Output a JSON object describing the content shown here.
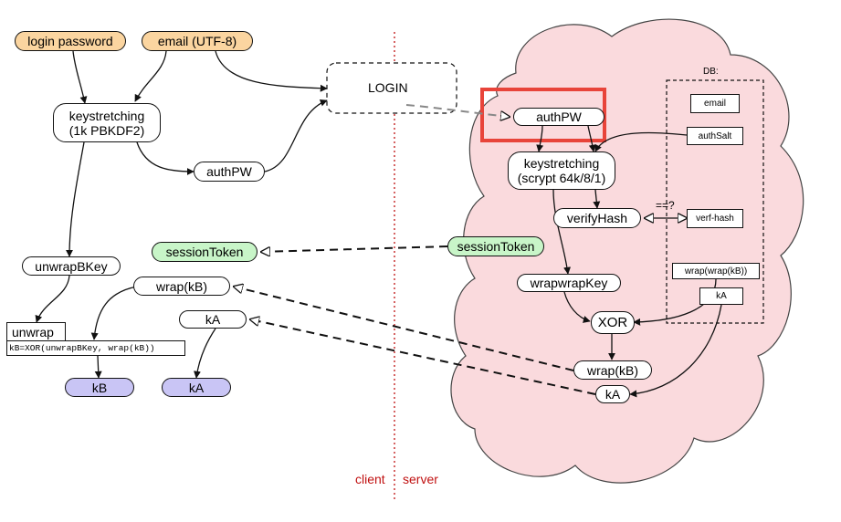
{
  "colors": {
    "input_fill": "#fbd5a0",
    "token_fill": "#c8f5c8",
    "key_fill": "#c9c5f5",
    "cloud_fill": "#fadadd",
    "divider": "#c01010",
    "highlight": "#e8443a"
  },
  "client": {
    "login_password": "login password",
    "email": "email (UTF-8)",
    "keystretching_line1": "keystretching",
    "keystretching_line2": "(1k PBKDF2)",
    "authpw": "authPW",
    "session_token": "sessionToken",
    "unwrap_bkey": "unwrapBKey",
    "wrap_kb": "wrap(kB)",
    "ka": "kA",
    "unwrap_title": "unwrap",
    "unwrap_formula": "kB=XOR(unwrapBKey, wrap(kB))",
    "kb_result": "kB",
    "ka_result": "kA"
  },
  "login": "LOGIN",
  "server": {
    "authpw": "authPW",
    "keystretching_line1": "keystretching",
    "keystretching_line2": "(scrypt 64k/8/1)",
    "verify_hash": "verifyHash",
    "compare": "==?",
    "session_token": "sessionToken",
    "wrapwrap_key": "wrapwrapKey",
    "xor": "XOR",
    "wrap_kb": "wrap(kB)",
    "ka": "kA"
  },
  "db": {
    "title": "DB:",
    "email": "email",
    "auth_salt": "authSalt",
    "verf_hash": "verf-hash",
    "wrap_wrap_kb": "wrap(wrap(kB))",
    "ka": "kA"
  },
  "divider_labels": {
    "client": "client",
    "server": "server"
  }
}
